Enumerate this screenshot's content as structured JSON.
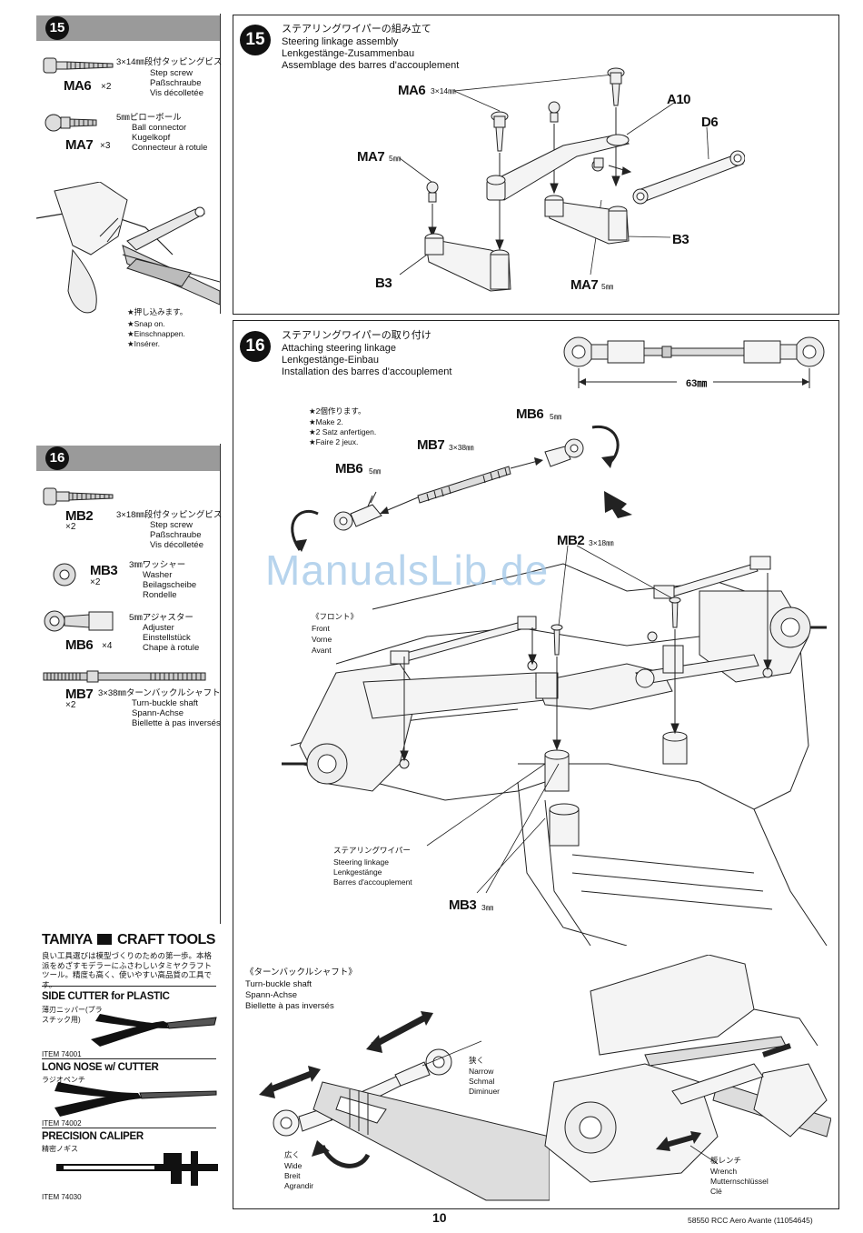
{
  "sidebar": {
    "step15": {
      "number": "15",
      "parts": [
        {
          "code": "MA6",
          "qty": "×2",
          "size": "3×14㎜段付タッピングビス",
          "en": "Step screw",
          "de": "Paßschraube",
          "fr": "Vis décolletée"
        },
        {
          "code": "MA7",
          "qty": "×3",
          "size": "5㎜ピローボール",
          "en": "Ball connector",
          "de": "Kugelkopf",
          "fr": "Connecteur à rotule"
        }
      ],
      "snap_note": {
        "jp": "★押し込みます。",
        "en": "★Snap on.",
        "de": "★Einschnappen.",
        "fr": "★Insérer."
      }
    },
    "step16": {
      "number": "16",
      "parts": [
        {
          "code": "MB2",
          "qty": "×2",
          "size": "3×18㎜段付タッピングビス",
          "en": "Step screw",
          "de": "Paßschraube",
          "fr": "Vis décolletée"
        },
        {
          "code": "MB3",
          "qty": "×2",
          "size": "3㎜ワッシャー",
          "en": "Washer",
          "de": "Beilagscheibe",
          "fr": "Rondelle"
        },
        {
          "code": "MB6",
          "qty": "×4",
          "size": "5㎜アジャスター",
          "en": "Adjuster",
          "de": "Einstellstück",
          "fr": "Chape à rotule"
        },
        {
          "code": "MB7",
          "qty": "×2",
          "size": "3×38㎜ターンバックルシャフト",
          "en": "Turn-buckle shaft",
          "de": "Spann-Achse",
          "fr": "Biellette à pas inversés"
        }
      ]
    },
    "tools": {
      "brand": "TAMIYA",
      "brand2": "CRAFT TOOLS",
      "intro": "良い工具選びは模型づくりのための第一歩。本格派をめざすモデラーにふさわしいタミヤクラフトツール。精度も高く、使いやすい高品質の工具です。",
      "items": [
        {
          "title": "SIDE CUTTER for PLASTIC",
          "jp": "薄刃ニッパー(プラスチック用)",
          "item": "ITEM 74001"
        },
        {
          "title": "LONG NOSE w/ CUTTER",
          "jp": "ラジオペンチ",
          "item": "ITEM 74002"
        },
        {
          "title": "PRECISION CALIPER",
          "jp": "精密ノギス",
          "item": "ITEM 74030"
        }
      ]
    }
  },
  "panel15": {
    "number": "15",
    "title_jp": "ステアリングワイパーの組み立て",
    "title_en": "Steering linkage assembly",
    "title_de": "Lenkgestänge-Zusammenbau",
    "title_fr": "Assemblage des barres d'accouplement",
    "labels": {
      "ma6": "MA6",
      "ma6_size": "3×14㎜",
      "a10": "A10",
      "d6": "D6",
      "ma7": "MA7",
      "ma7_size": "5㎜",
      "b3_left": "B3",
      "b3_right": "B3",
      "ma7_bottom": "MA7",
      "ma7_bottom_size": "5㎜"
    }
  },
  "panel16": {
    "number": "16",
    "title_jp": "ステアリングワイパーの取り付け",
    "title_en": "Attaching steering linkage",
    "title_de": "Lenkgestänge-Einbau",
    "title_fr": "Installation des barres d'accouplement",
    "dimension": "63㎜",
    "make2": {
      "jp": "★2個作ります。",
      "en": "★Make 2.",
      "de": "★2 Satz anfertigen.",
      "fr": "★Faire 2 jeux."
    },
    "labels": {
      "mb6_top": "MB6",
      "mb6_top_size": "5㎜",
      "mb7": "MB7",
      "mb7_size": "3×38㎜",
      "mb6_left": "MB6",
      "mb6_left_size": "5㎜",
      "mb2": "MB2",
      "mb2_size": "3×18㎜",
      "mb3": "MB3",
      "mb3_size": "3㎜"
    },
    "front": {
      "jp": "《フロント》",
      "en": "Front",
      "de": "Vorne",
      "fr": "Avant"
    },
    "linkage": {
      "jp": "ステアリングワイパー",
      "en": "Steering linkage",
      "de": "Lenkgestänge",
      "fr": "Barres d'accouplement"
    },
    "turnbuckle": {
      "jp": "《ターンバックルシャフト》",
      "en": "Turn-buckle shaft",
      "de": "Spann-Achse",
      "fr": "Biellette à pas inversés"
    },
    "narrow": {
      "jp": "狭く",
      "en": "Narrow",
      "de": "Schmal",
      "fr": "Diminuer"
    },
    "wide": {
      "jp": "広く",
      "en": "Wide",
      "de": "Breit",
      "fr": "Agrandir"
    },
    "wrench": {
      "jp": "板レンチ",
      "en": "Wrench",
      "de": "Mutternschlüssel",
      "fr": "Clé"
    }
  },
  "watermark": "ManualsLib.de",
  "footer": {
    "page": "10",
    "model": "58550 RCC Aero Avante (11054645)"
  }
}
